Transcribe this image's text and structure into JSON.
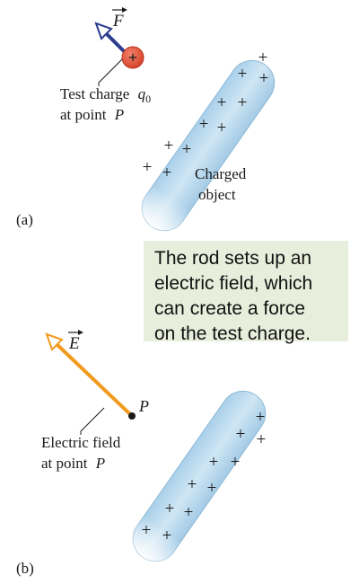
{
  "panel_a": {
    "panel_label": "(a)",
    "force_symbol": "F",
    "test_charge_sign": "+",
    "test_charge_label": {
      "line1_text": "Test charge",
      "line1_symbol": "q",
      "line1_subscript": "0",
      "line2_text": "at point",
      "line2_symbol": "P"
    },
    "object_label": {
      "line1": "Charged",
      "line2": "object"
    },
    "rod_charge_sign": "+"
  },
  "panel_b": {
    "panel_label": "(b)",
    "field_symbol": "E",
    "point_label": "P",
    "field_label": {
      "line1": "Electric field",
      "line2_text": "at point",
      "line2_symbol": "P"
    },
    "rod_charge_sign": "+"
  },
  "callout": {
    "lines": [
      "The rod sets up an",
      "electric field, which",
      "can create a force",
      "on the test charge."
    ]
  },
  "colors": {
    "force_vector": "#2e3d8f",
    "field_vector": "#f29a1e",
    "test_charge": "#e8553a",
    "rod_fill": "#bcdcef",
    "callout_bg": "#e8eedc"
  }
}
